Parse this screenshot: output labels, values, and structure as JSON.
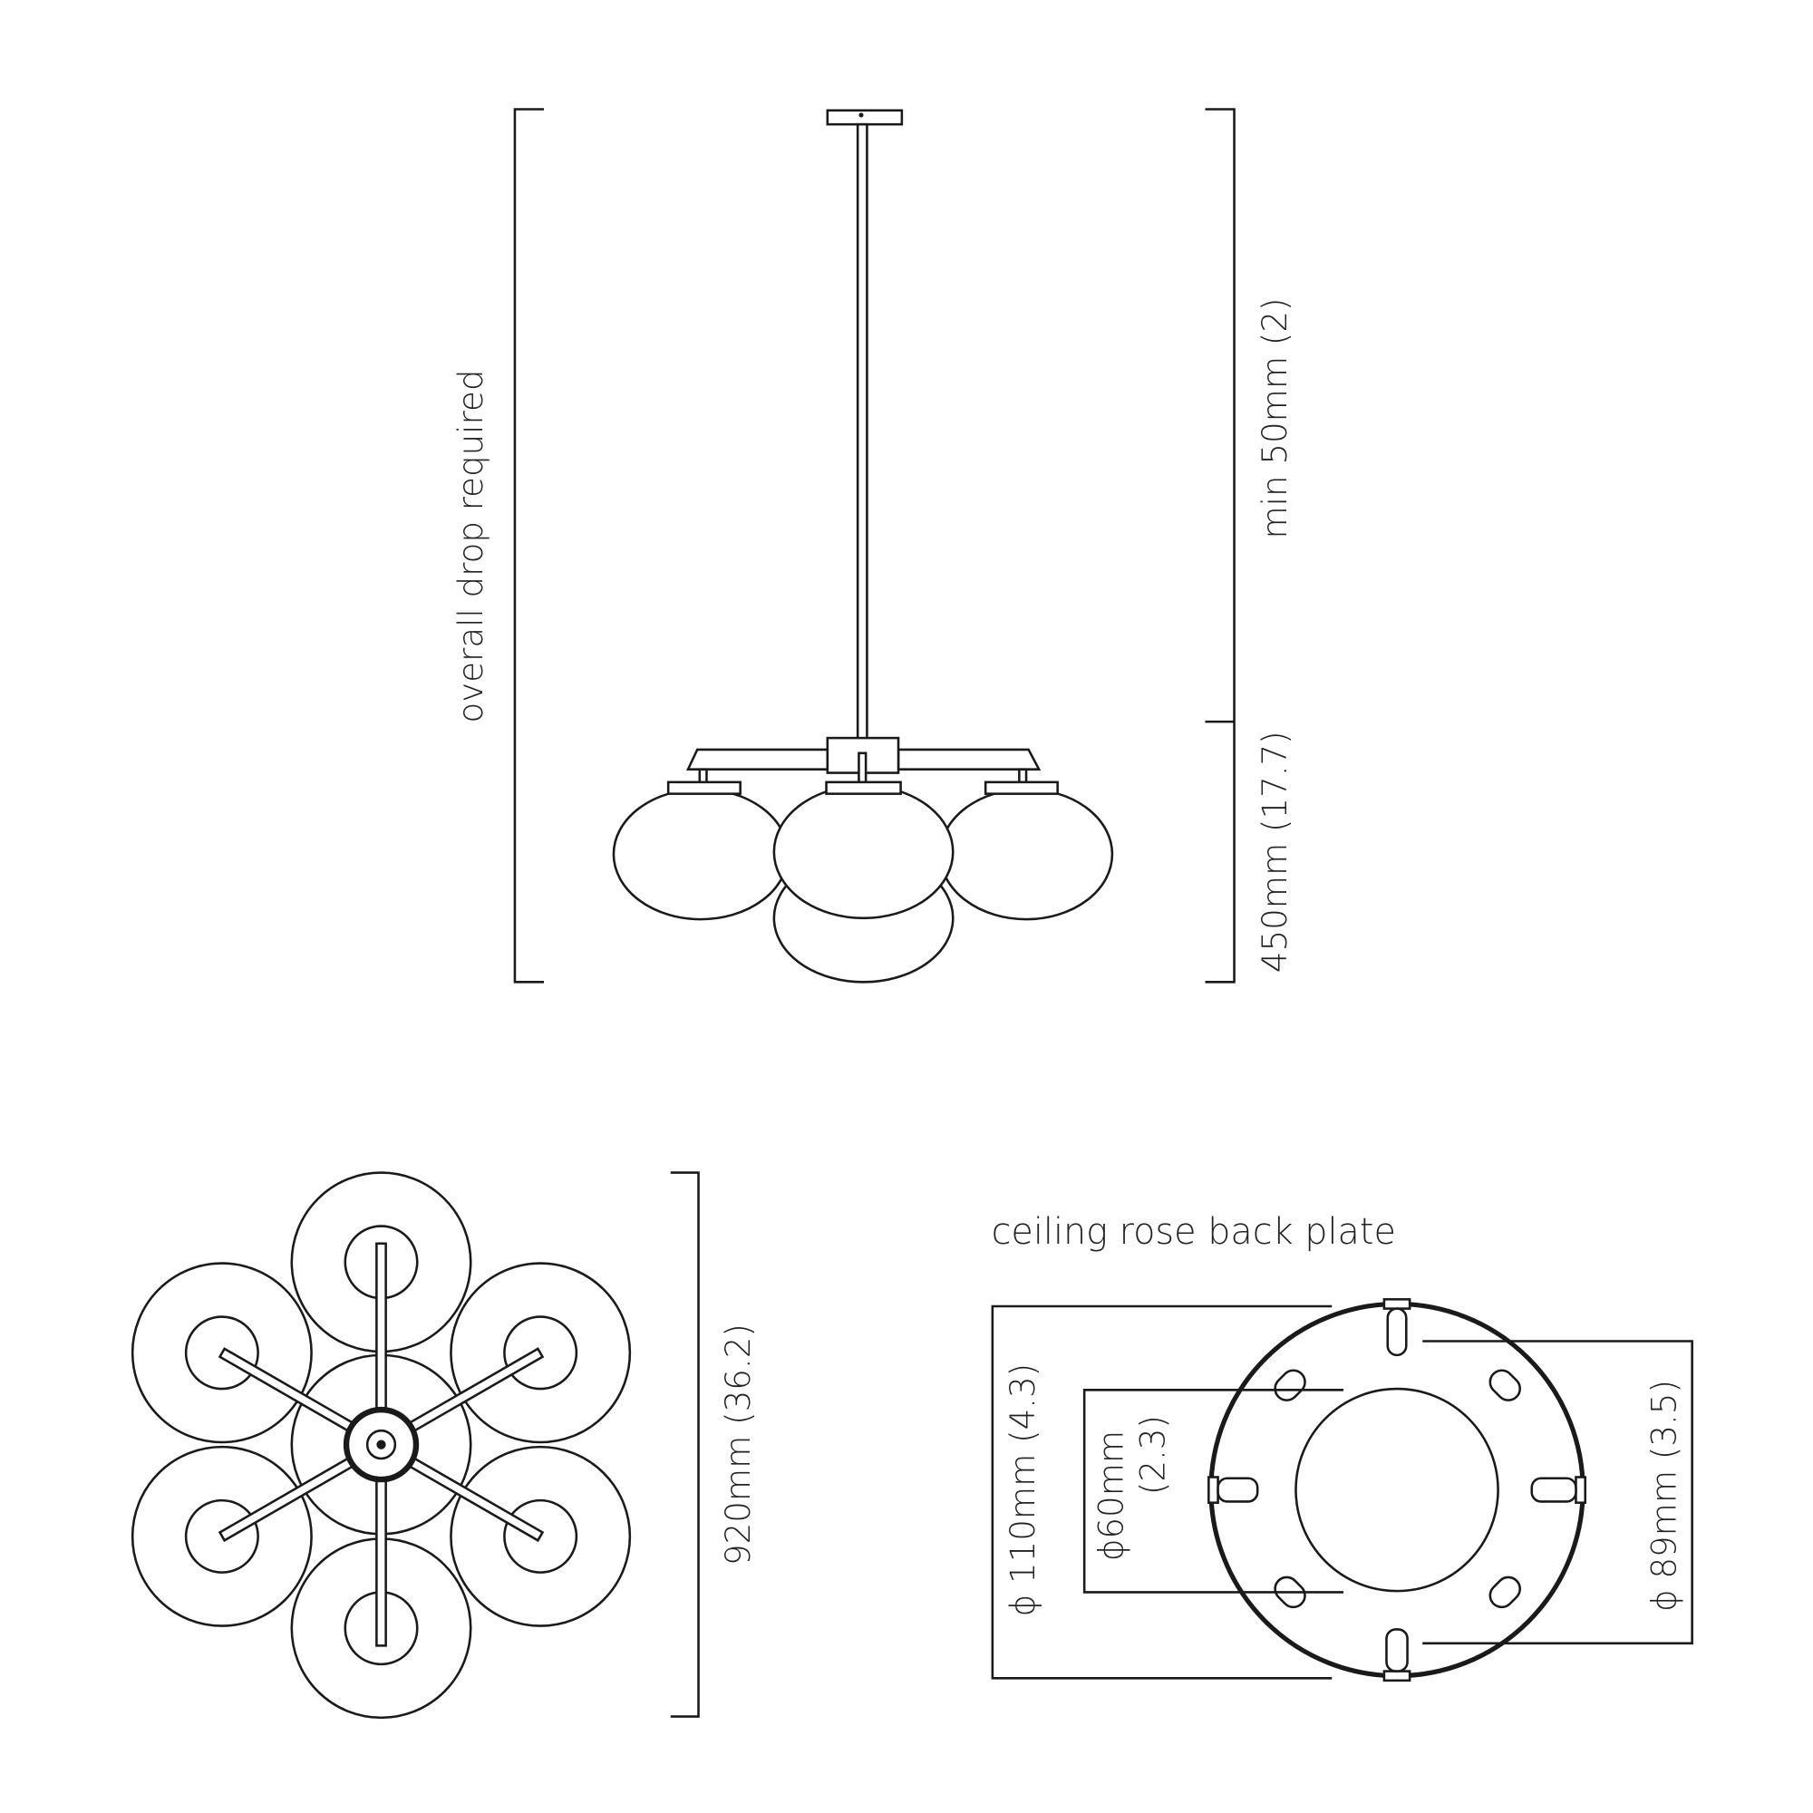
{
  "elevation": {
    "overall_label": "overall drop required",
    "min_label": "min 50mm (2)",
    "drop_label": "450mm (17.7)"
  },
  "plan": {
    "diameter_label": "920mm (36.2)"
  },
  "ceiling_rose": {
    "title": "ceiling rose back plate",
    "outer_label": "ϕ 110mm (4.3)",
    "inner_label_1": "ϕ60mm",
    "inner_label_2": "(2.3)",
    "fixing_label": "ϕ 89mm (3.5)"
  },
  "colors": {
    "line": "#1a1a1a",
    "background": "#ffffff"
  }
}
